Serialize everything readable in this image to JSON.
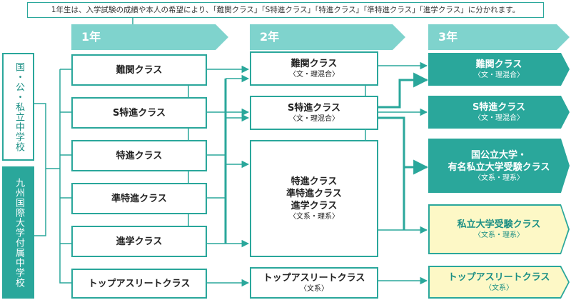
{
  "note": "1年生は、入学試験の成績や本人の希望により、「難関クラス」「S特進クラス」「特進クラス」「準特進クラス」「進学クラス」に分かれます。",
  "headers": {
    "y1": "1年",
    "y2": "2年",
    "y3": "3年"
  },
  "sources": {
    "public_private": "国・公・私立中学校",
    "affiliated": "九州国際大学付属中学校"
  },
  "year1": {
    "nankan": "難関クラス",
    "s_tokushin": "S特進クラス",
    "tokushin": "特進クラス",
    "jun_tokushin": "準特進クラス",
    "shingaku": "進学クラス",
    "athlete": "トップアスリートクラス"
  },
  "year2": {
    "nankan": {
      "title": "難関クラス",
      "sub": "〈文・理混合〉"
    },
    "s_tokushin": {
      "title": "S特進クラス",
      "sub": "〈文・理混合〉"
    },
    "combined": {
      "line1": "特進クラス",
      "line2": "準特進クラス",
      "line3": "進学クラス",
      "sub": "〈文系・理系〉"
    },
    "athlete": {
      "title": "トップアスリートクラス",
      "sub": "〈文系〉"
    }
  },
  "year3": {
    "nankan": {
      "title": "難関クラス",
      "sub": "〈文・理混合〉"
    },
    "s_tokushin": {
      "title": "S特進クラス",
      "sub": "〈文・理混合〉"
    },
    "national": {
      "line1": "国公立大学・",
      "line2": "有名私立大学受験クラス",
      "sub": "〈文系・理系〉"
    },
    "private": {
      "title": "私立大学受験クラス",
      "sub": "〈文系・理系〉"
    },
    "athlete": {
      "title": "トップアスリートクラス",
      "sub": "〈文系〉"
    }
  },
  "colors": {
    "teal": "#2aa79b",
    "light_teal": "#7fd3cd",
    "pale_yellow": "#fdf8c6"
  }
}
